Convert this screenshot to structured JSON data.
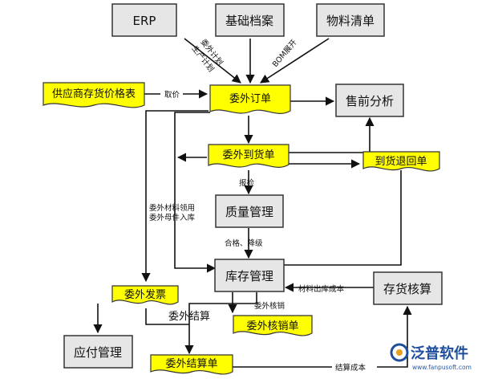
{
  "nodes": {
    "erp": "ERP",
    "base_archive": "基础档案",
    "bom": "物料清单",
    "supplier_price": "供应商存货价格表",
    "outsource_order": "委外订单",
    "presale_analysis": "售前分析",
    "outsource_arrival": "委外到货单",
    "arrival_return": "到货退回单",
    "quality_mgmt": "质量管理",
    "inventory_mgmt": "库存管理",
    "outsource_invoice": "委外发票",
    "stock_accounting": "存货核算",
    "outsource_writeoff": "委外核销单",
    "payable_mgmt": "应付管理",
    "outsource_settlement": "委外结算单"
  },
  "edge_labels": {
    "plan_1": "委外计划",
    "plan_2": "生产计划",
    "bom_expand": "BOM展开",
    "price": "取价",
    "inspect": "报检",
    "pass_downgrade": "合格、降级",
    "material_issue": "委外材料领用",
    "parent_receipt": "委外母件入库",
    "material_cost": "材料出库成本",
    "writeoff": "委外核销",
    "settle": "委外结算",
    "settle_cost": "结算成本"
  },
  "logo": {
    "name": "泛普软件",
    "url": "www.fanpusoft.com"
  },
  "colors": {
    "document_fill": "#ffff00",
    "box_fill": "#e6e6e6",
    "logo_blue": "#1f4e9c"
  }
}
